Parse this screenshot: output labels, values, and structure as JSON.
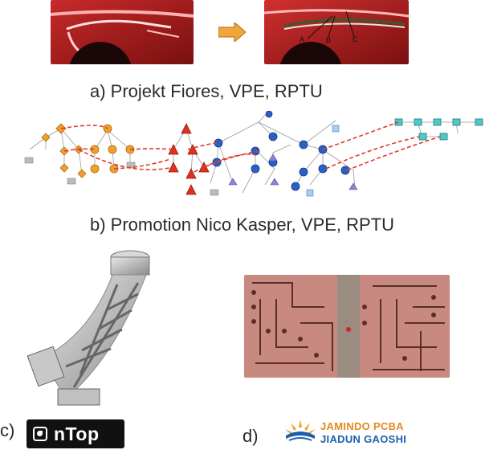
{
  "captions": {
    "a": "a) Projekt Fiores, VPE, RPTU",
    "b": "b) Promotion Nico Kasper, VPE, RPTU",
    "c": "c)",
    "d": "d)"
  },
  "photo_a_right_labels": [
    "A",
    "B",
    "C"
  ],
  "logos": {
    "ntop": "nTop",
    "jamindo_line1": "JAMINDO PCBA",
    "jamindo_line2": "JIADUN GAOSHI"
  },
  "icons": {
    "arrow": "right-arrow-icon",
    "ntop_mark": "ntop-logo-icon",
    "jamindo_mark": "jamindo-logo-icon"
  },
  "colors": {
    "arrow_fill": "#f0a63c",
    "graph_orange": "#f0a030",
    "graph_red": "#e03020",
    "graph_blue": "#2a5fc8",
    "graph_teal": "#4fc8c8",
    "graph_link": "#e03a2a",
    "ntop_bg": "#111111",
    "jamindo_orange": "#e08a1c",
    "jamindo_blue": "#1a5fb0"
  }
}
